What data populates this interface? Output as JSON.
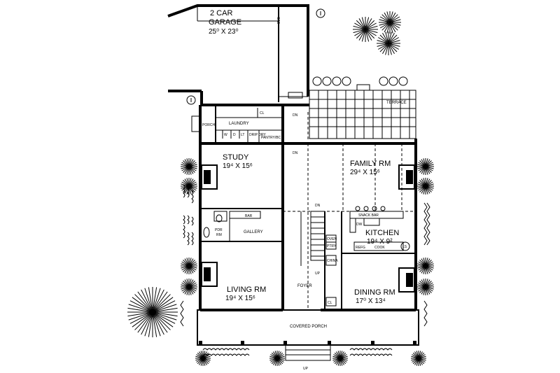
{
  "labels": {
    "garage_title_1": "2 CAR",
    "garage_title_2": "GARAGE",
    "garage_dim": "25⁰ X 23⁰",
    "garage_cab": "CAB",
    "terrace": "TERRACE",
    "porch": "PORCH",
    "laundry": "LAUNDRY",
    "laundry_cl": "CL",
    "washer": "W",
    "dryer": "D",
    "laundry_sink": "LT",
    "drip_dry": "DRIP DRY",
    "pantry": "PANTRY/BC",
    "dn_top": "DN",
    "dn_mid": "DN",
    "dn_stair": "DN",
    "study": "STUDY",
    "study_dim": "19⁴ X 15⁶",
    "family": "FAMILY RM",
    "family_dim": "29⁴ X 15⁶",
    "bar": "BAR",
    "pdr_rm_1": "PDR",
    "pdr_rm_2": "RM",
    "gallery": "GALLERY",
    "snack_bar": "SNACK BAR",
    "dw": "DW",
    "kitchen": "KITCHEN",
    "kitchen_dim": "19⁴ X 9²",
    "oven": "OVEN",
    "pantry_small": "PTRY",
    "china": "CHINA",
    "refrig": "REFG",
    "cook": "COOK",
    "ls": "LS",
    "up_stair": "UP",
    "living": "LIVING RM",
    "living_dim": "19⁴ X 15⁶",
    "foyer": "FOYER",
    "foyer_cl": "CL",
    "dining": "DINING RM",
    "dining_dim": "17⁰ X 13⁴",
    "covered_porch": "COVERED PORCH",
    "up_bottom": "UP"
  }
}
